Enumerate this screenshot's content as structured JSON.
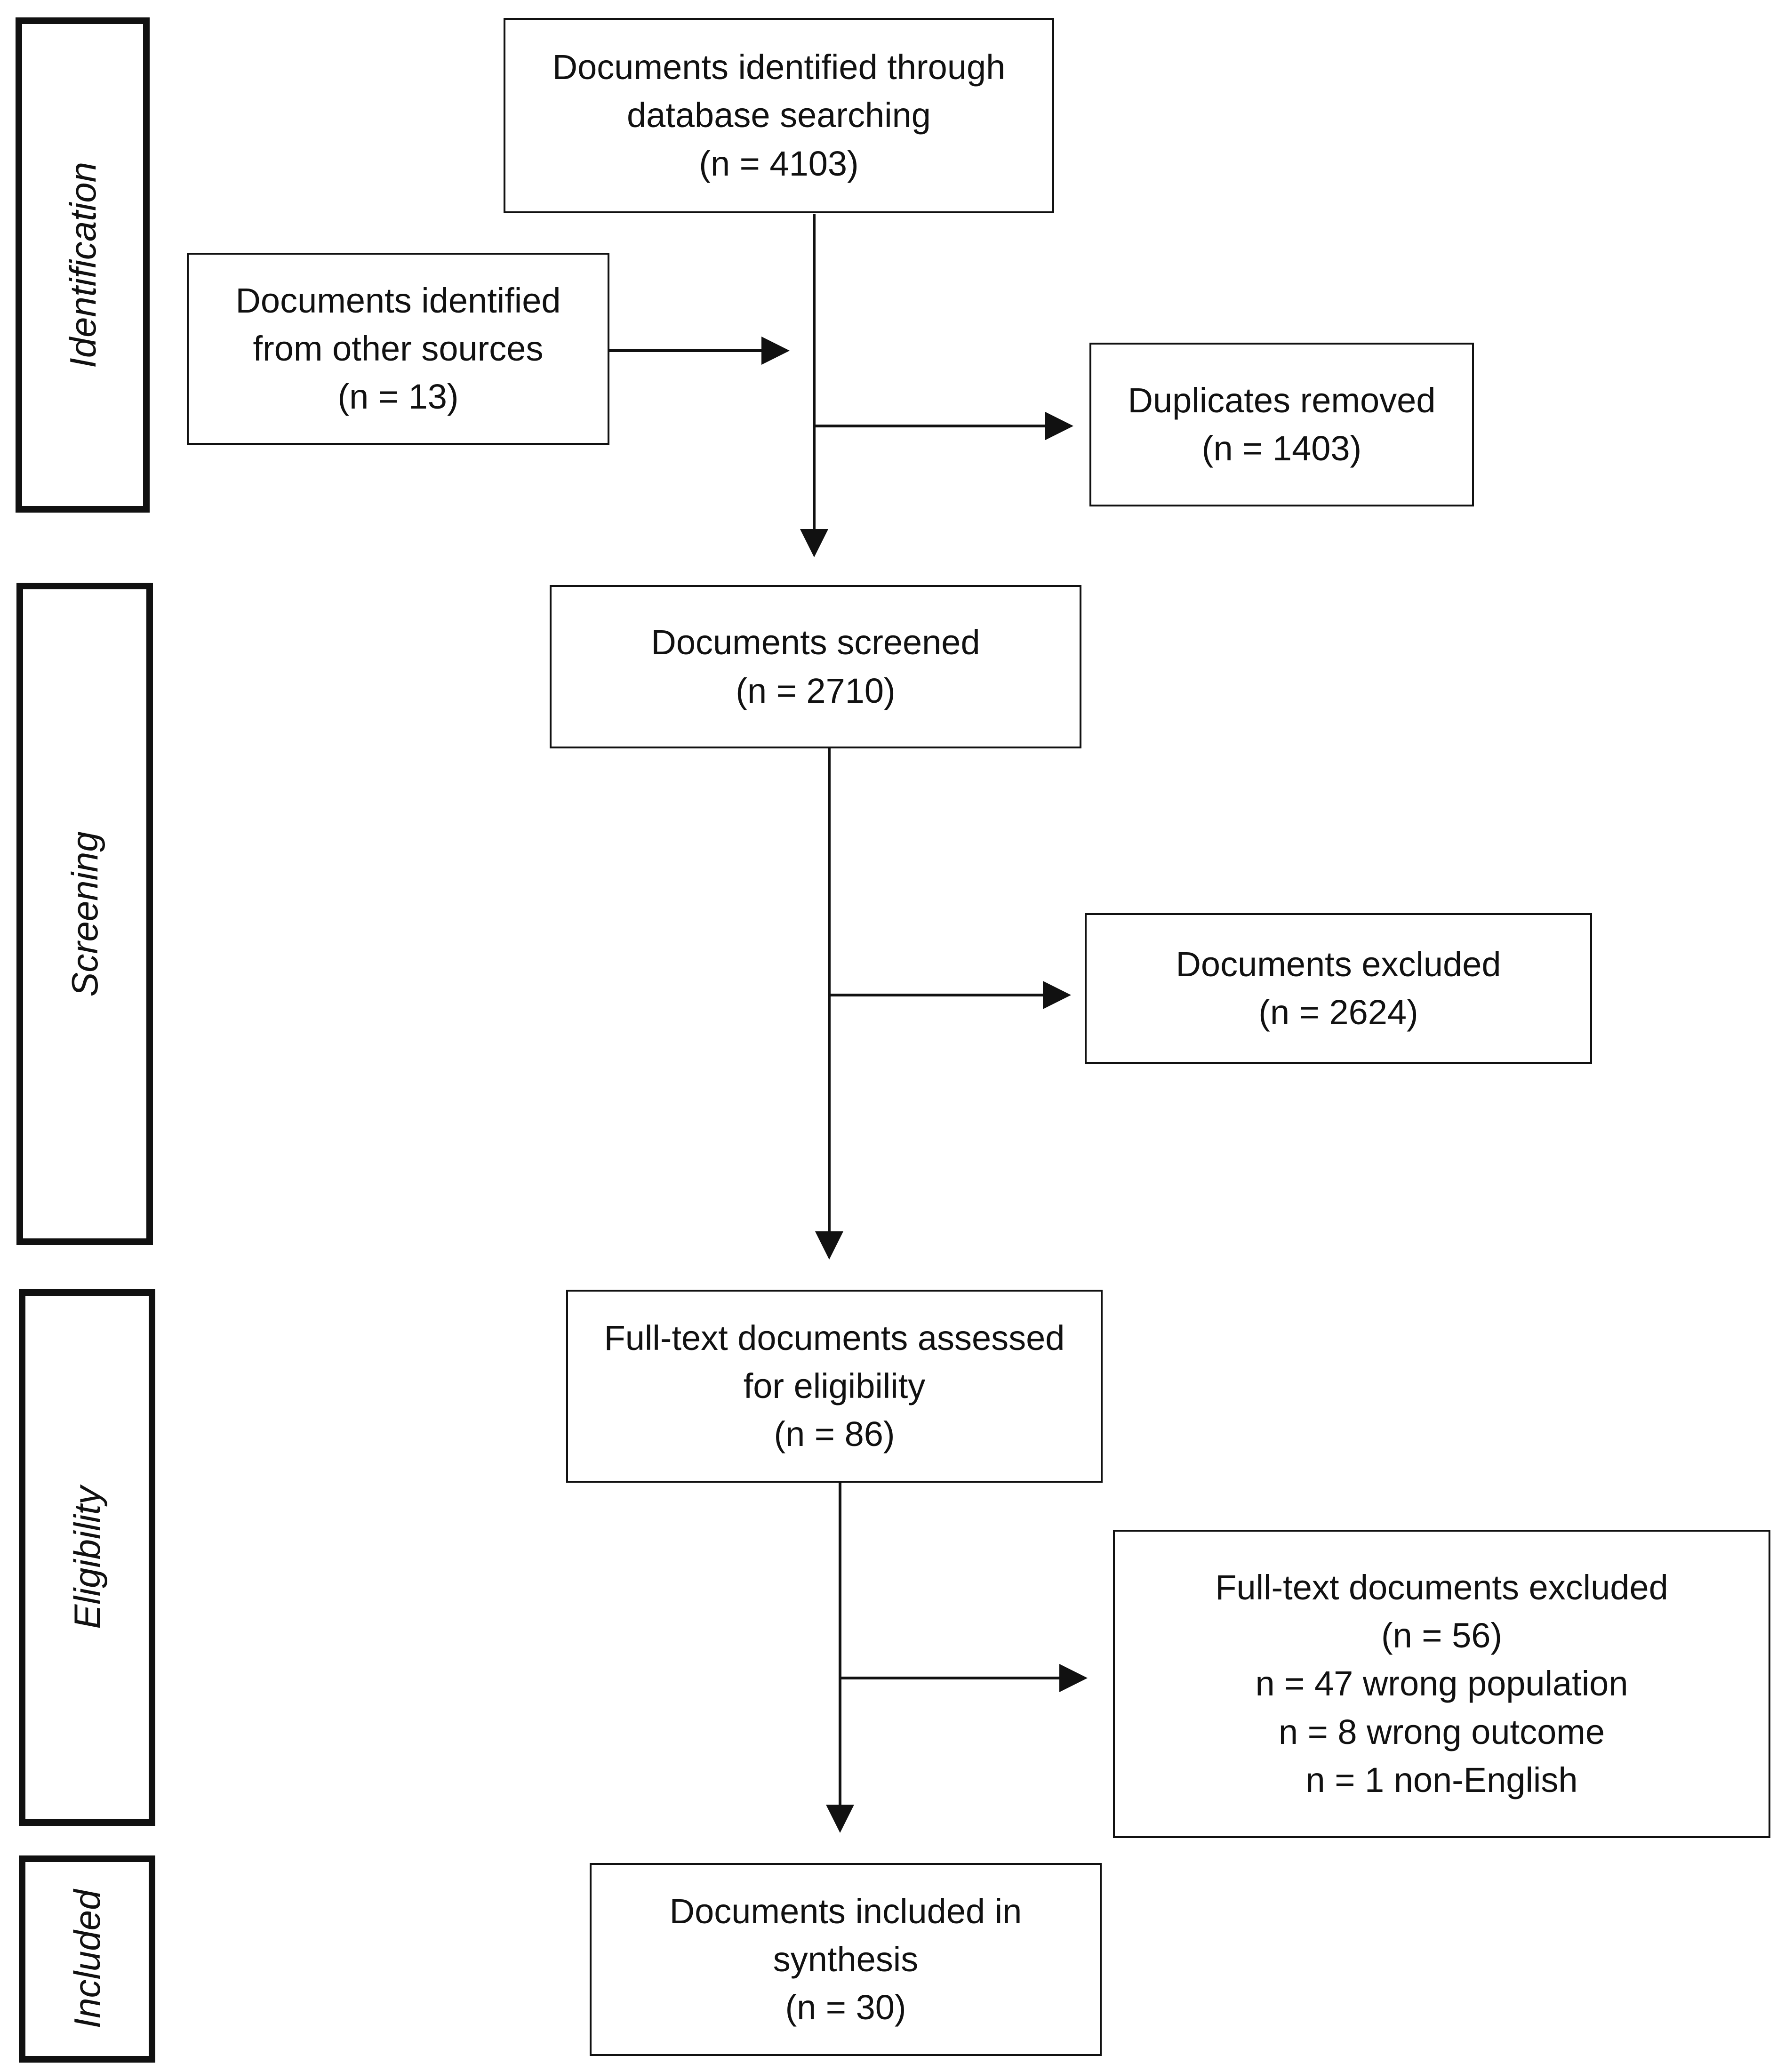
{
  "stages": {
    "identification": "Identification",
    "screening": "Screening",
    "eligibility": "Eligibility",
    "included": "Included"
  },
  "boxes": {
    "database": {
      "line1": "Documents identified through",
      "line2": "database searching",
      "count": "(n = 4103)"
    },
    "other_sources": {
      "line1": "Documents identified",
      "line2": "from other sources",
      "count": "(n = 13)"
    },
    "duplicates": {
      "line1": "Duplicates removed",
      "count": "(n = 1403)"
    },
    "screened": {
      "line1": "Documents screened",
      "count": "(n = 2710)"
    },
    "excluded": {
      "line1": "Documents excluded",
      "count": "(n = 2624)"
    },
    "full_text_assessed": {
      "line1": "Full-text documents assessed",
      "line2": "for eligibility",
      "count": "(n = 86)"
    },
    "full_text_excluded": {
      "line1": "Full-text documents excluded",
      "count": "(n = 56)",
      "reasons": [
        "n = 47 wrong population",
        "n = 8 wrong outcome",
        "n = 1 non-English"
      ]
    },
    "included": {
      "line1": "Documents included in",
      "line2": "synthesis",
      "count": "(n = 30)"
    }
  },
  "colors": {
    "line": "#111111",
    "background": "#ffffff"
  }
}
